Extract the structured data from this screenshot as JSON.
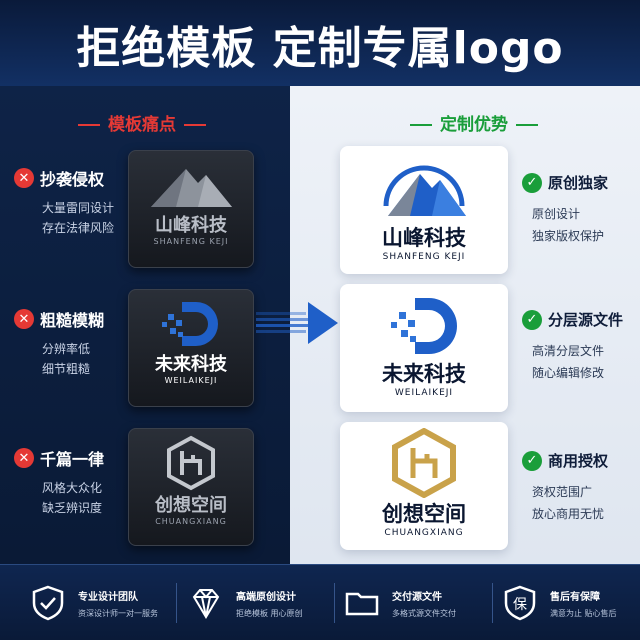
{
  "header": {
    "title": "拒绝模板 定制专属logo"
  },
  "left": {
    "title": "模板痛点",
    "items": [
      {
        "title": "抄袭侵权",
        "desc": [
          "大量雷同设计",
          "存在法律风险"
        ]
      },
      {
        "title": "粗糙模糊",
        "desc": [
          "分辨率低",
          "细节粗糙"
        ]
      },
      {
        "title": "千篇一律",
        "desc": [
          "风格大众化",
          "缺乏辨识度"
        ]
      }
    ]
  },
  "right": {
    "title": "定制优势",
    "items": [
      {
        "title": "原创独家",
        "desc": [
          "原创设计",
          "独家版权保护"
        ]
      },
      {
        "title": "分层源文件",
        "desc": [
          "高清分层文件",
          "随心编辑修改"
        ]
      },
      {
        "title": "商用授权",
        "desc": [
          "资权范围广",
          "放心商用无忧"
        ]
      }
    ]
  },
  "logos": [
    {
      "name": "山峰科技",
      "sub": "SHANFENG KEJI",
      "icon": "mountain-icon"
    },
    {
      "name": "未来科技",
      "sub": "WEILAIKEJI",
      "icon": "letter-d-icon"
    },
    {
      "name": "创想空间",
      "sub": "CHUANGXIANG",
      "icon": "hexagon-icon"
    }
  ],
  "footer": {
    "items": [
      {
        "title": "专业设计团队",
        "desc": "资深设计师一对一服务",
        "icon": "shield-check-icon"
      },
      {
        "title": "高端原创设计",
        "desc": "拒绝模板 用心原创",
        "icon": "diamond-icon"
      },
      {
        "title": "交付源文件",
        "desc": "多格式源文件交付",
        "icon": "folder-icon"
      },
      {
        "title": "售后有保障",
        "desc": "满意为止 贴心售后",
        "icon": "guarantee-shield-icon"
      }
    ],
    "guarantee_char": "保"
  },
  "colors": {
    "pain": "#e53935",
    "advantage": "#1a9e3a",
    "brand_blue": "#1f5fc8",
    "gold": "#c9a24a"
  }
}
